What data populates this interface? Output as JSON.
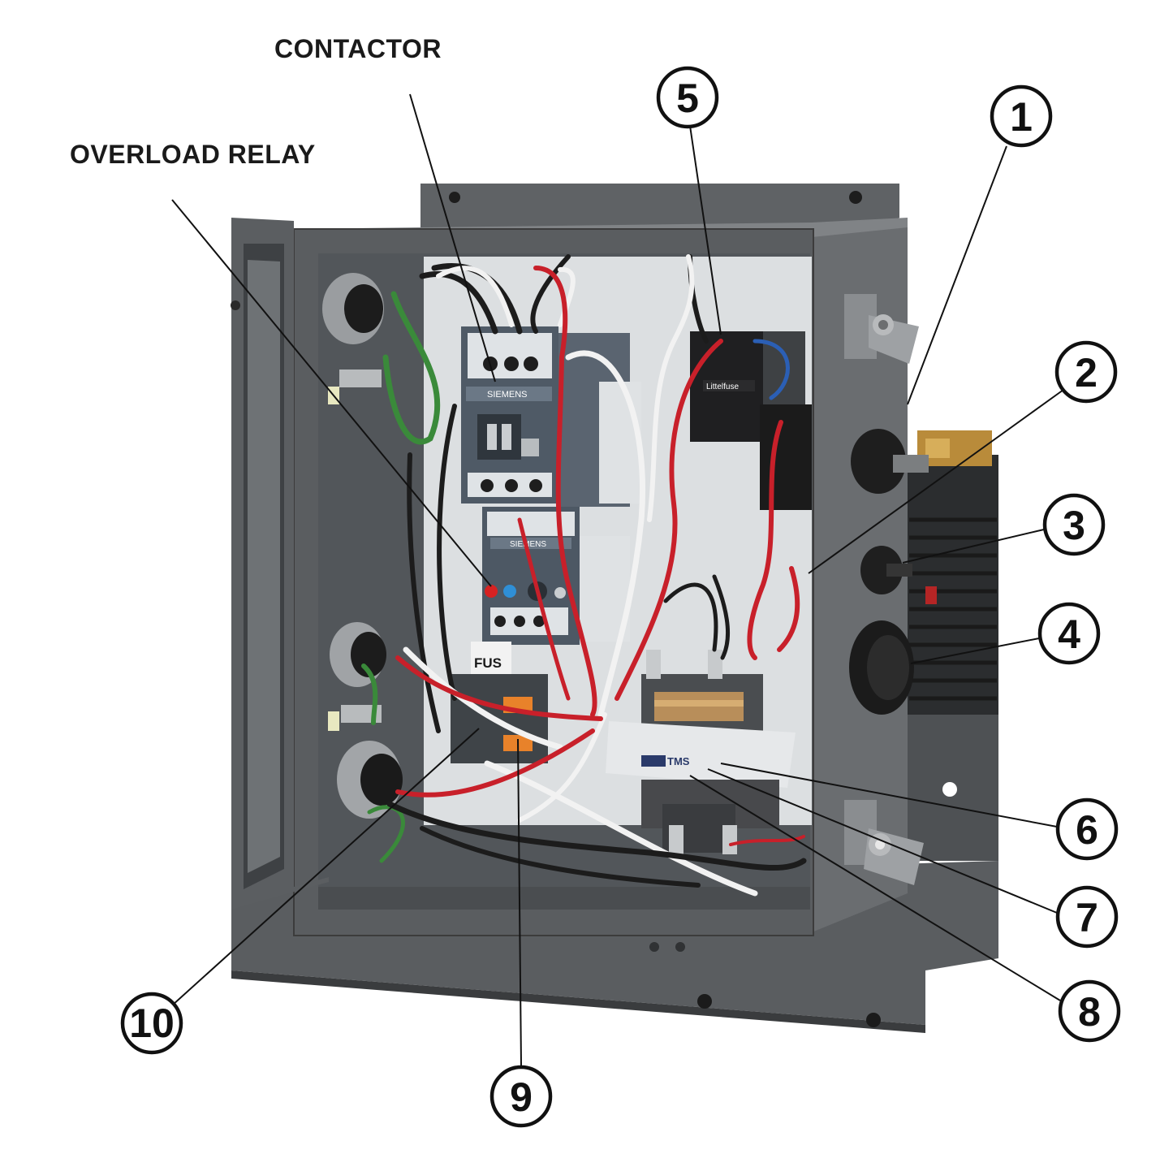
{
  "labels": {
    "contactor": "CONTACTOR",
    "overload_relay": "OVERLOAD RELAY"
  },
  "callouts": [
    "1",
    "2",
    "3",
    "4",
    "5",
    "6",
    "7",
    "8",
    "9",
    "10"
  ],
  "component_text": {
    "fuse_tag": "FUS",
    "brand_contactor": "SIEMENS",
    "brand_overload": "SIEMENS",
    "brand_timer": "Littelfuse",
    "transformer_brand": "TMS"
  },
  "colors": {
    "enclosure_gray": "#5c5f62",
    "enclosure_dark": "#46494c",
    "backplate": "#dcdfe1",
    "wire_red": "#c8202a",
    "wire_white": "#f2f2f2",
    "wire_black": "#1c1c1c",
    "wire_green": "#3a8a3a",
    "wire_blue": "#2b5fb5",
    "ink": "#111111"
  }
}
